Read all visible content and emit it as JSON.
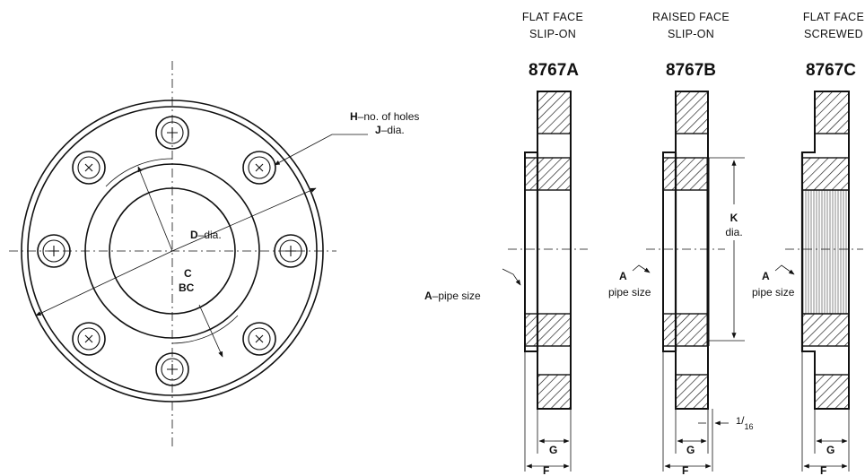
{
  "front_view": {
    "holes_label_letter": "H",
    "holes_label_text": "–no. of holes",
    "hole_dia_letter": "J",
    "hole_dia_text": "–dia.",
    "d_letter": "D",
    "d_text": "–dia.",
    "c_label": "C",
    "bc_label": "BC"
  },
  "flanges": [
    {
      "type_line1": "FLAT FACE",
      "type_line2": "SLIP-ON",
      "model": "8767A"
    },
    {
      "type_line1": "RAISED FACE",
      "type_line2": "SLIP-ON",
      "model": "8767B"
    },
    {
      "type_line1": "FLAT FACE",
      "type_line2": "SCREWED",
      "model": "8767C"
    }
  ],
  "side_labels": {
    "a_letter": "A",
    "a_pipe_size_dash": "–pipe size",
    "pipe_size": "pipe size",
    "k_letter": "K",
    "k_dia": "dia.",
    "g_letter": "G",
    "f_letter": "F",
    "fraction_num": "1",
    "fraction_den": "16"
  }
}
